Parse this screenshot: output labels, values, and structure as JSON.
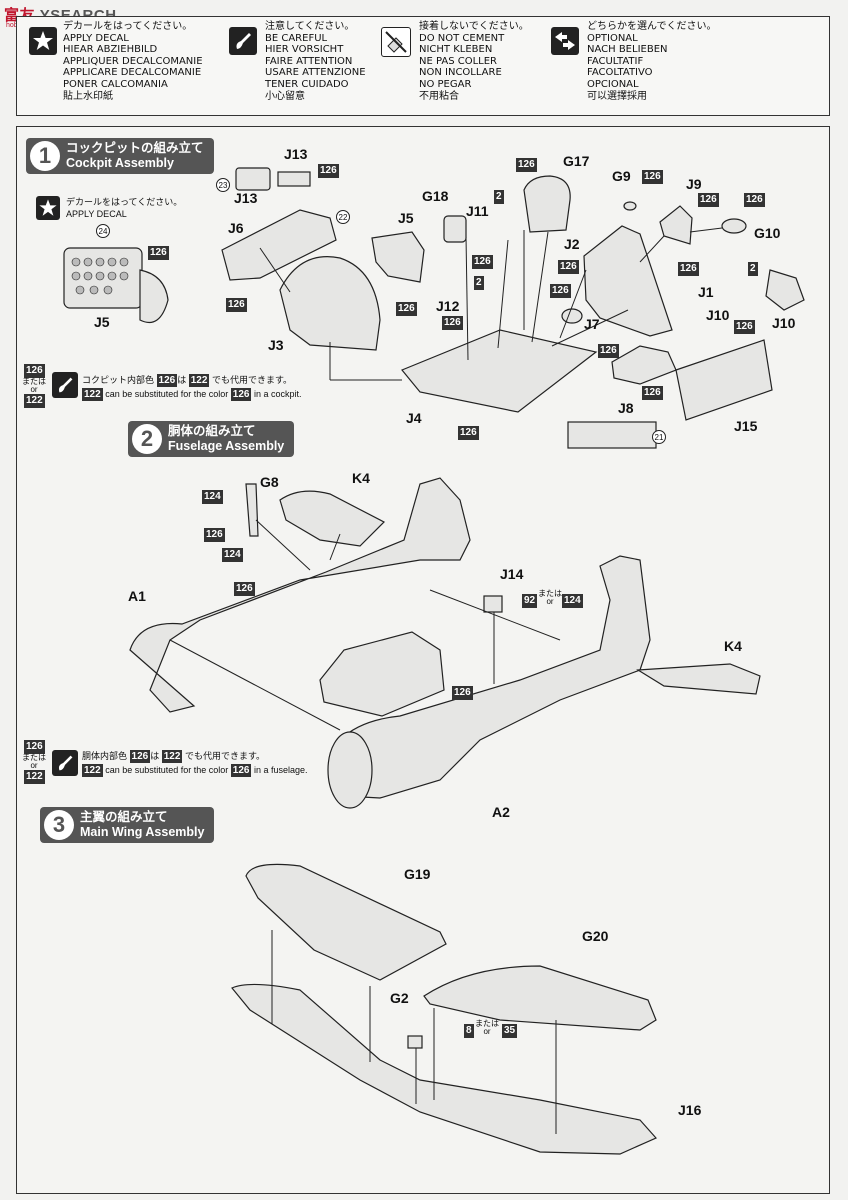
{
  "watermark": {
    "brand_left": "富",
    "brand_mid": "友",
    "brand_right": "YSEARCH",
    "url": "hobby-shop.com"
  },
  "legend": [
    {
      "icon": "star-icon",
      "text": "デカールをはってください。\nAPPLY DECAL\nHIEAR ABZIEHBILD\nAPPLIQUER DECALCOMANIE\nAPPLICARE DECALCOMANIE\nPONER CALCOMANIA\n貼上水印紙"
    },
    {
      "icon": "brush-icon",
      "text": "注意してください。\nBE CAREFUL\nHIER VORSICHT\nFAIRE ATTENTION\nUSARE ATTENZIONE\nTENER CUIDADO\n小心留意"
    },
    {
      "icon": "no-cement-icon",
      "text": "接着しないでください。\nDO NOT CEMENT\nNICHT KLEBEN\nNE PAS COLLER\nNON INCOLLARE\nNO PEGAR\n不用粘合"
    },
    {
      "icon": "optional-arrows-icon",
      "text": "どちらかを選んでください。\nOPTIONAL\nNACH BELIEBEN\nFACULTATIF\nFACOLTATIVO\nOPCIONAL\n可以選擇採用"
    }
  ],
  "steps": [
    {
      "num": "1",
      "jp": "コックピットの組み立て",
      "en": "Cockpit Assembly"
    },
    {
      "num": "2",
      "jp": "胴体の組み立て",
      "en": "Fuselage Assembly"
    },
    {
      "num": "3",
      "jp": "主翼の組み立て",
      "en": "Main Wing Assembly"
    }
  ],
  "step1": {
    "apply_decal_jp": "デカールをはってください。",
    "apply_decal_en": "APPLY DECAL",
    "labels": [
      "J13",
      "J13",
      "J6",
      "J5",
      "J5",
      "J3",
      "G18",
      "J11",
      "G17",
      "J2",
      "J12",
      "J4",
      "G9",
      "J9",
      "G10",
      "J1",
      "J7",
      "J10",
      "J10",
      "J8",
      "J15"
    ],
    "color_boxes": [
      "126",
      "126",
      "126",
      "126",
      "126",
      "126",
      "2",
      "126",
      "126",
      "2",
      "126",
      "126",
      "126",
      "126",
      "126",
      "2",
      "126",
      "126",
      "126",
      "126",
      "126",
      "126",
      "126"
    ],
    "decal_numbers": [
      "23",
      "22",
      "24",
      "21"
    ],
    "note_code_a": "126",
    "note_or": "または\nor",
    "note_code_b": "122",
    "note_jp_pre": "コクピット内部色",
    "note_jp_mid": "は",
    "note_jp_post": "でも代用できます。",
    "note_en_pre": "can be substituted for the color",
    "note_en_post": "in a cockpit."
  },
  "step2": {
    "labels": [
      "G8",
      "K4",
      "A1",
      "J14",
      "K4",
      "A2"
    ],
    "color_boxes": [
      "124",
      "126",
      "124",
      "126",
      "126"
    ],
    "j14_code_a": "92",
    "j14_or": "または\nor",
    "j14_code_b": "124",
    "note_code_a": "126",
    "note_or": "または\nor",
    "note_code_b": "122",
    "note_jp_pre": "胴体内部色",
    "note_jp_mid": "は",
    "note_jp_post": "でも代用できます。",
    "note_en_pre": "can be substituted for the color",
    "note_en_post": "in a fuselage."
  },
  "step3": {
    "labels": [
      "G19",
      "G20",
      "G2",
      "J16"
    ],
    "g2_code_a": "8",
    "g2_or": "または\nor",
    "g2_code_b": "35"
  }
}
